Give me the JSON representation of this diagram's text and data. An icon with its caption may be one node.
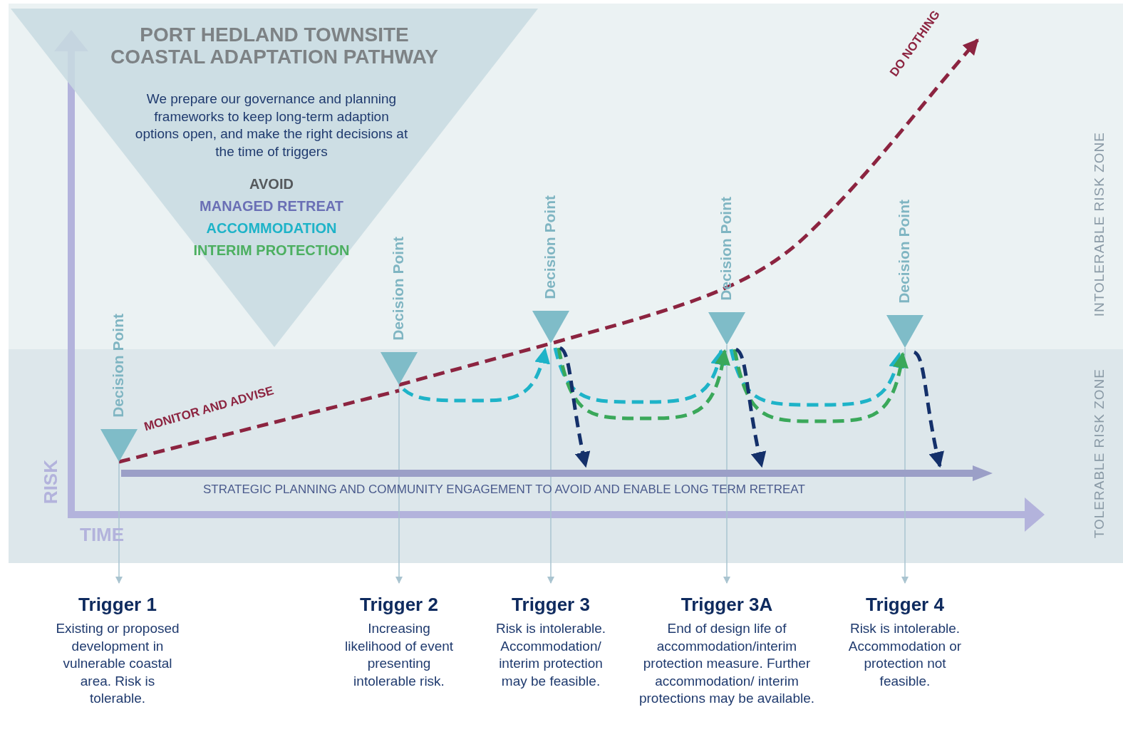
{
  "diagram": {
    "title": "PORT HEDLAND TOWNSITE COASTAL ADAPTATION PATHWAY",
    "nodes": [
      {
        "text": [
          "We prepare our governance and planning frameworks to keep long-term adaption options open, and make the right decisions at the time of triggers",
          "AVOID",
          "MANAGED RETREAT",
          "ACCOMMODATION",
          "INTERIM PROTECTION"
        ]
      },
      {
        "text": [
          "Decision Point"
        ]
      },
      {
        "text": [
          "Decision Point"
        ]
      },
      {
        "text": [
          "Decision Point"
        ]
      },
      {
        "text": [
          "Decision Point"
        ]
      },
      {
        "text": [
          "Decision Point"
        ]
      },
      {
        "text": [
          "STRATEGIC PLANNING AND COMMUNITY ENGAGEMENT TO AVOID AND ENABLE LONG TERM RETREAT"
        ]
      },
      {
        "text": [
          "Trigger 1",
          "Existing or proposed development in vulnerable coastal area. Risk is tolerable."
        ]
      },
      {
        "text": [
          "Trigger 2",
          "Increasing likelihood of event presenting intolerable risk."
        ]
      },
      {
        "text": [
          "Trigger 3",
          "Risk is intolerable. Accommodation/ interim protection may be feasible."
        ]
      },
      {
        "text": [
          "Trigger 3A",
          "End of design life of accommodation/interim protection measure. Further accommodation/ interim protections may be available."
        ]
      },
      {
        "text": [
          "Trigger 4",
          "Risk is intolerable. Accommodation or protection not feasible."
        ]
      }
    ],
    "edges": [
      {
        "from": 1,
        "to": 7,
        "arrow": "to"
      },
      {
        "from": 2,
        "to": 8,
        "arrow": "to"
      },
      {
        "from": 3,
        "to": 9,
        "arrow": "to"
      },
      {
        "from": 4,
        "to": 10,
        "arrow": "to"
      },
      {
        "from": 5,
        "to": 11,
        "arrow": "to"
      },
      {
        "from": 1,
        "to": 2,
        "arrow": "none",
        "label": "MONITOR AND ADVISE",
        "style": "dashed",
        "color": "#8c2440"
      },
      {
        "from": 2,
        "to": null,
        "arrow": "to",
        "label": "DO NOTHING",
        "style": "dashed",
        "color": "#8c2440"
      },
      {
        "from": 2,
        "to": 3,
        "arrow": "to",
        "style": "dashed",
        "color": "#1eb3c8"
      },
      {
        "from": 3,
        "to": 4,
        "arrow": "to",
        "style": "dashed",
        "color": "#1eb3c8"
      },
      {
        "from": 3,
        "to": 4,
        "arrow": "to",
        "style": "dashed",
        "color": "#3aa85a"
      },
      {
        "from": 4,
        "to": 5,
        "arrow": "to",
        "style": "dashed",
        "color": "#1eb3c8"
      },
      {
        "from": 4,
        "to": 5,
        "arrow": "to",
        "style": "dashed",
        "color": "#3aa85a"
      },
      {
        "from": 3,
        "to": 6,
        "arrow": "to",
        "style": "dashed",
        "color": "#14306a"
      },
      {
        "from": 4,
        "to": 6,
        "arrow": "to",
        "style": "dashed",
        "color": "#14306a"
      },
      {
        "from": 5,
        "to": 6,
        "arrow": "to",
        "style": "dashed",
        "color": "#14306a"
      }
    ],
    "labels": [
      "INTOLERABLE RISK ZONE",
      "TOLERABLE RISK ZONE",
      "RISK",
      "TIME"
    ]
  }
}
